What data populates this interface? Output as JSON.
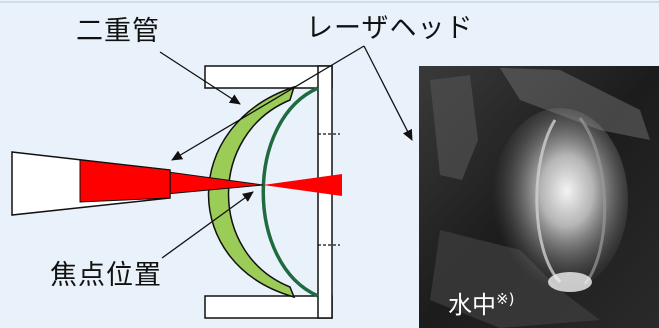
{
  "labels": {
    "double_tube": "二重管",
    "laser_head": "レーザヘッド",
    "focal_point": "焦点位置"
  },
  "photo": {
    "caption_main": "水中",
    "caption_note": "※)"
  },
  "colors": {
    "background": "#e9f2fb",
    "outer_tube_fill": "#9ccc58",
    "inner_tube_stroke": "#1f6b3f",
    "laser_beam": "#ff0000",
    "outline": "#111111",
    "photo_dark": "#1e1e1e"
  }
}
